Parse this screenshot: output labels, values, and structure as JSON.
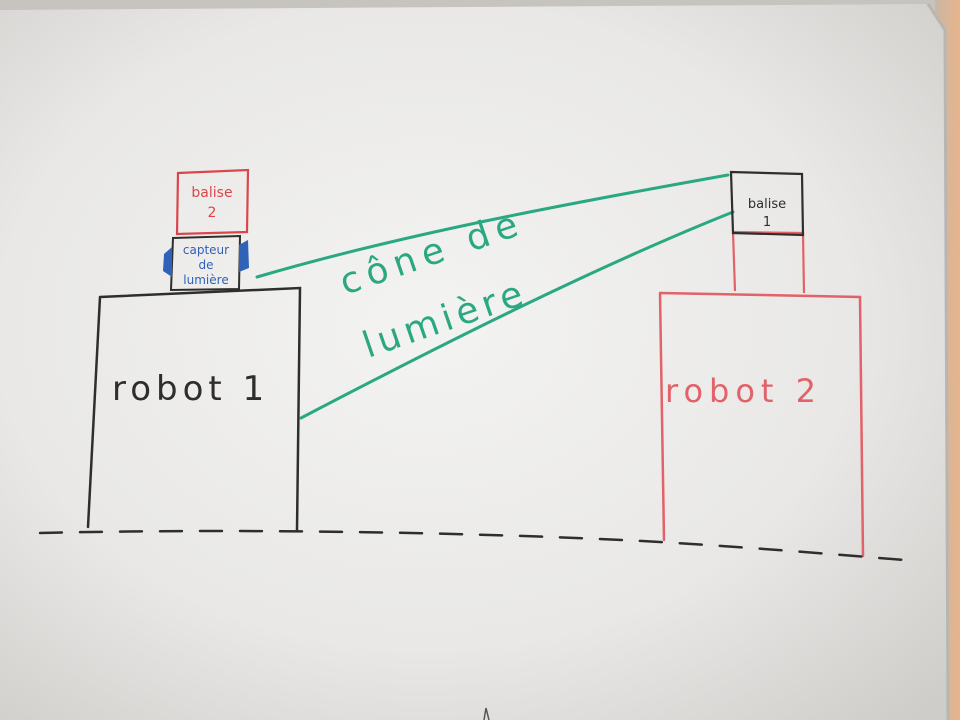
{
  "diagram": {
    "robot1": {
      "label": "robot 1",
      "outline_color": "#2e2e2e",
      "sensor": {
        "label_line1": "capteur",
        "label_line2": "de",
        "label_line3": "lumière",
        "color": "#2f62b8"
      },
      "beacon": {
        "label_line1": "balise",
        "label_line2": "2",
        "color": "#d9474c"
      }
    },
    "robot2": {
      "label": "robot 2",
      "outline_color": "#e2626a",
      "beacon": {
        "label_line1": "balise",
        "label_line2": "1",
        "color": "#2e2e2e"
      }
    },
    "light_cone": {
      "label_line1": "cône de",
      "label_line2": "lumière",
      "color": "#2aa882"
    },
    "ground": {
      "style": "dashed",
      "color": "#2e2e2e"
    }
  }
}
